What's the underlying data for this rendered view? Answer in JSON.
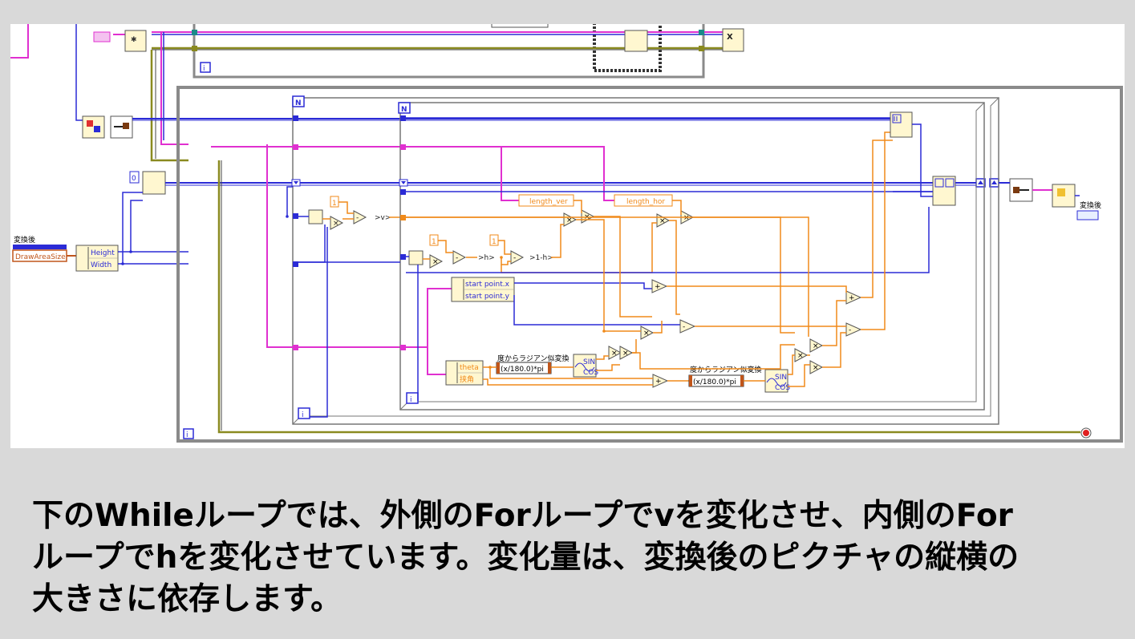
{
  "diagram": {
    "labels": {
      "conv_after_left": "変換後",
      "conv_after_right": "変換後",
      "draw_area_size": "DrawAreaSize",
      "height": "Height",
      "width": "Width",
      "zero_const": "0",
      "one_a": "1",
      "one_b": "1",
      "one_c": "1",
      "v_label": ">v>",
      "h_label": ">h>",
      "one_minus_h": ">1-h>",
      "length_ver": "length_ver",
      "length_hor": "length_hor",
      "start_x": "start point.x",
      "start_y": "start point.y",
      "theta": "theta",
      "kyokaku": "挟角",
      "deg_to_rad_a": "度からラジアン似変換",
      "deg_to_rad_b": "度からラジアン似変換",
      "formula_a": "(x/180.0)*pi",
      "formula_b": "(x/180.0)*pi",
      "n_outer": "N",
      "n_inner": "N",
      "iter_top": "i",
      "iter_while": "i",
      "iter_outer": "i",
      "iter_inner": "i",
      "x_symbol": "X",
      "sin_label": "SIN",
      "cos_label": "COS"
    },
    "colors": {
      "wire_blue": "#2b2bd6",
      "wire_pink": "#e030d0",
      "wire_orange": "#f08a1a",
      "wire_olive": "#8a8a20",
      "wire_teal": "#1a8a8a",
      "frame_gray": "#8a8a8a",
      "caption_bg": "#d9d9d9"
    }
  },
  "caption": {
    "line1": "下のWhileループでは、外側のForループでvを変化させ、内側のFor",
    "line2": "ループでhを変化させています。変化量は、変換後のピクチャの縦横の",
    "line3": "大きさに依存します。"
  }
}
